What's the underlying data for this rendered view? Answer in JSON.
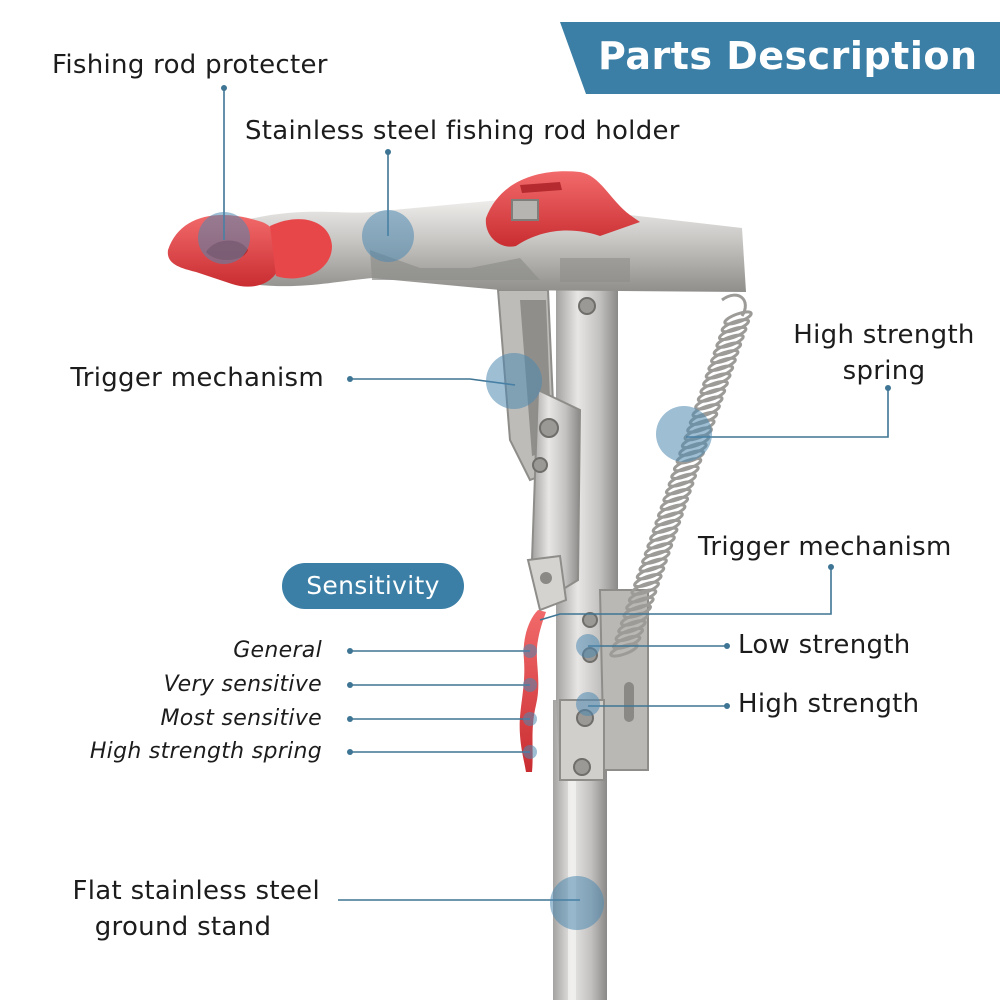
{
  "header": {
    "title": "Parts Description"
  },
  "labels": {
    "fishing_rod_protecter": "Fishing rod protecter",
    "rod_holder": "Stainless steel fishing rod holder",
    "trigger_left": "Trigger mechanism",
    "spring_line1": "High strength",
    "spring_line2": "spring",
    "trigger_right": "Trigger mechanism",
    "low_strength": "Low strength",
    "high_strength": "High strength",
    "stand_line1": "Flat stainless steel",
    "stand_line2": "ground stand"
  },
  "sensitivity": {
    "title": "Sensitivity",
    "levels": [
      "General",
      "Very sensitive",
      "Most sensitive",
      "High strength spring"
    ]
  },
  "colors": {
    "accent_blue": "#2f6f93",
    "banner_blue": "#3b7fa6",
    "leader_line": "#3f7594",
    "marker_fill": "#5b8fb3",
    "steel": "#c9c8c6",
    "steel_dark": "#8d8c8a",
    "red_part": "#e23c3f"
  }
}
